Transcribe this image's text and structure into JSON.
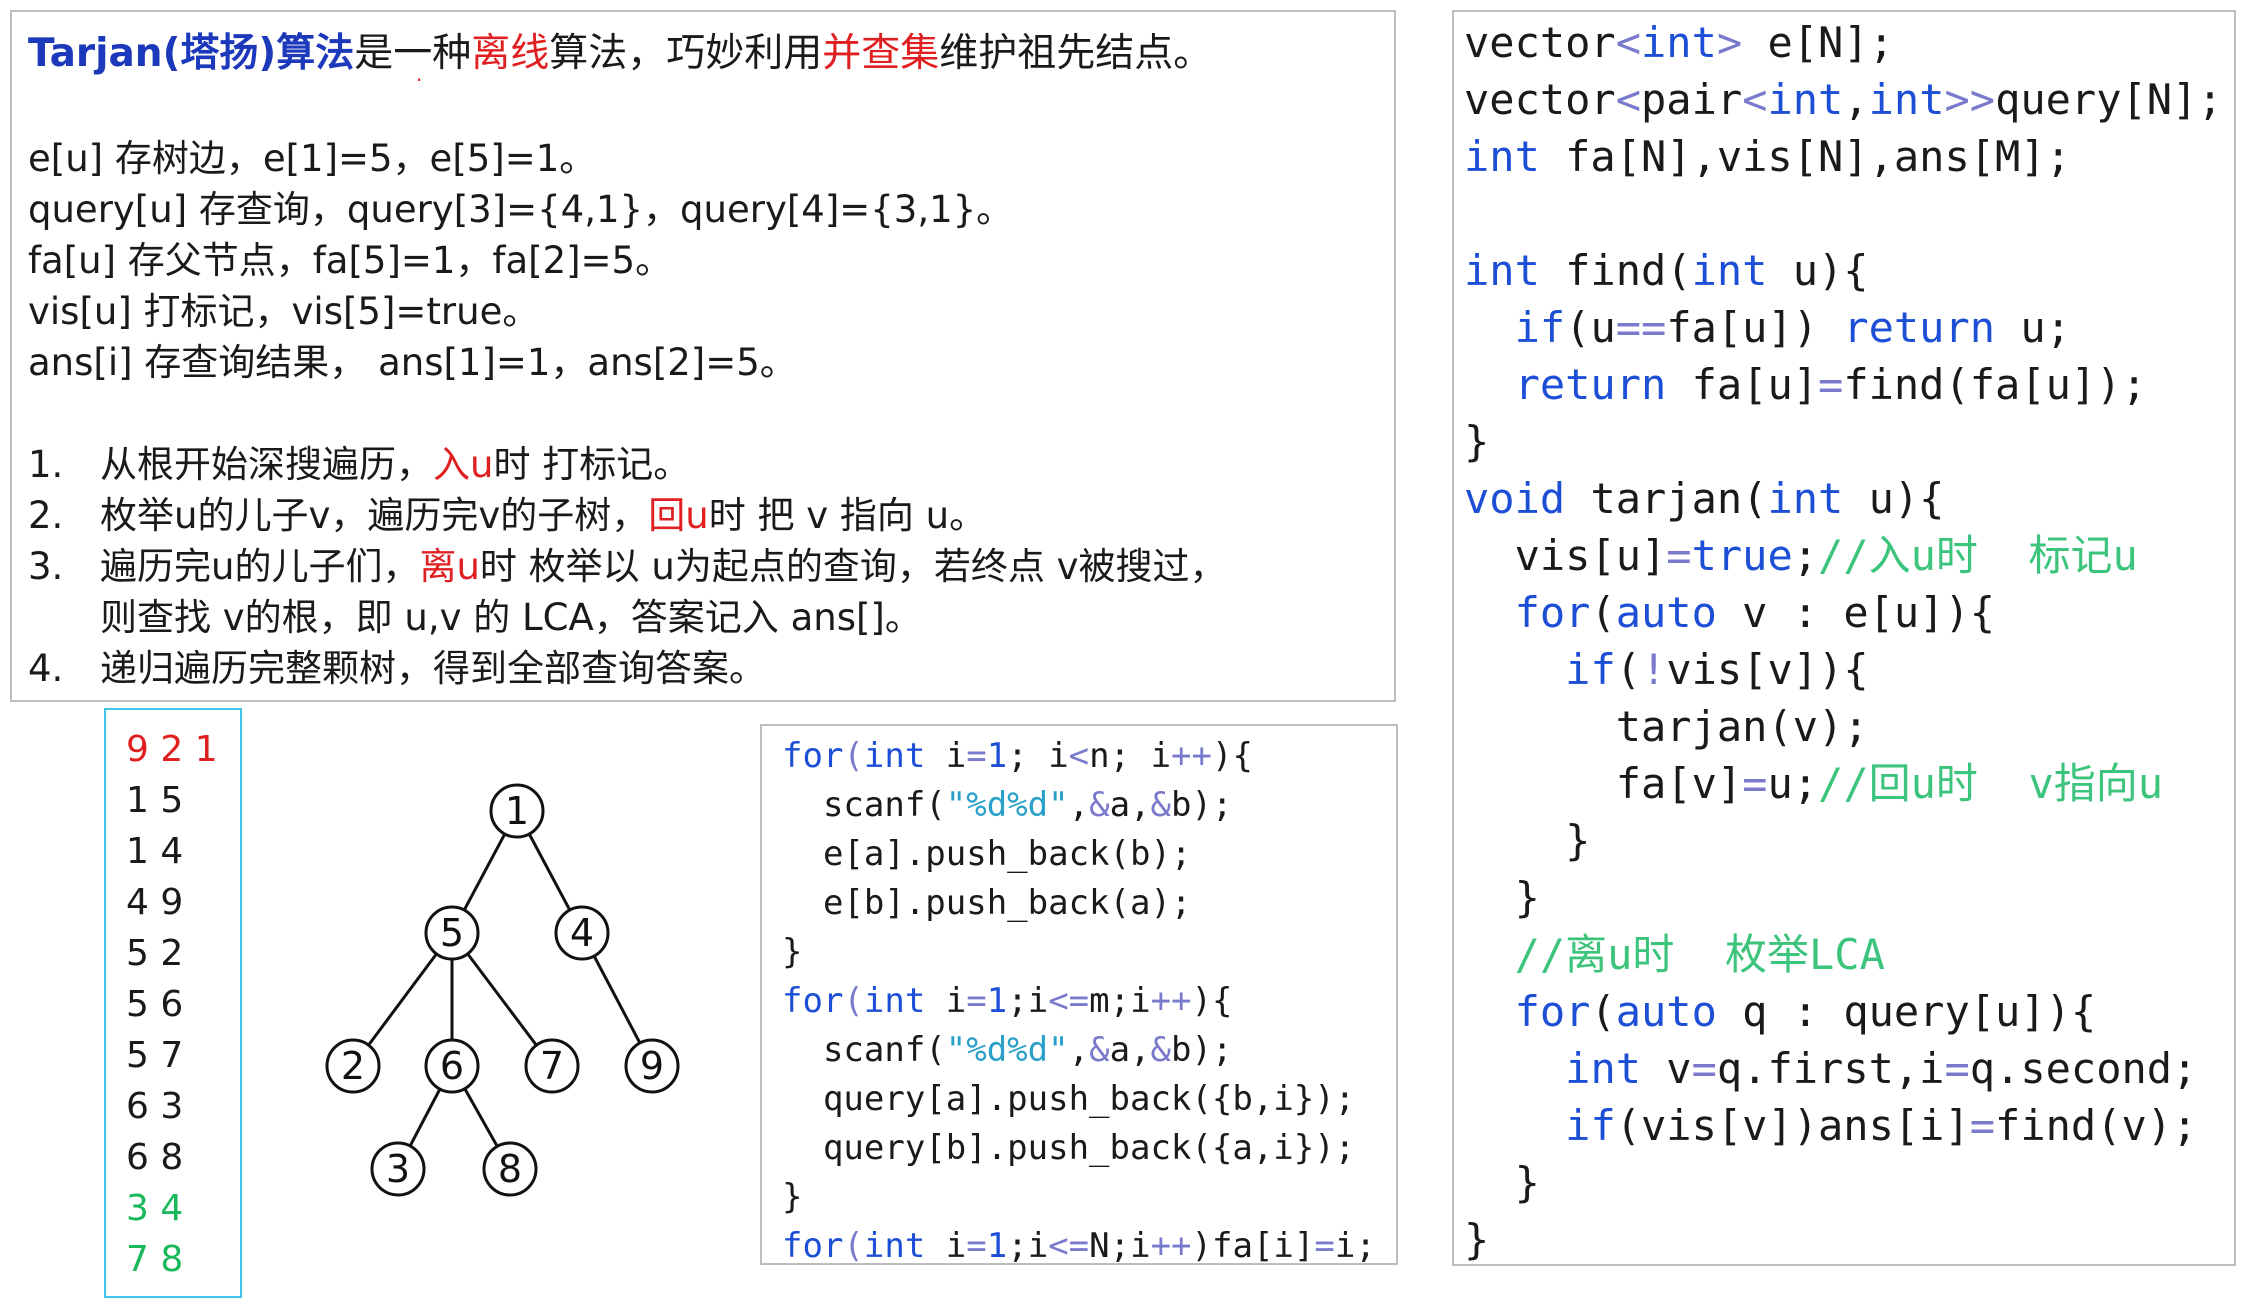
{
  "description": {
    "title_segments": [
      {
        "text": "Tarjan(塔扬)算法",
        "style": "blue"
      },
      {
        "text": "是一种",
        "style": "plain"
      },
      {
        "text": "离线",
        "style": "red"
      },
      {
        "text": "算法，巧妙利用",
        "style": "plain"
      },
      {
        "text": "并查集",
        "style": "red"
      },
      {
        "text": "维护祖先结点。",
        "style": "plain"
      }
    ],
    "arrays": [
      "e[u] 存树边，e[1]=5，e[5]=1。",
      "query[u] 存查询，query[3]={4,1}，query[4]={3,1}。",
      "fa[u] 存父节点，fa[5]=1，fa[2]=5。",
      "vis[u] 打标记，vis[5]=true。",
      "ans[i] 存查询结果， ans[1]=1，ans[2]=5。"
    ],
    "steps": [
      {
        "num": "1.",
        "segments": [
          {
            "text": "从根开始深搜遍历，",
            "style": "plain"
          },
          {
            "text": "入u",
            "style": "red"
          },
          {
            "text": "时 打标记。",
            "style": "plain"
          }
        ]
      },
      {
        "num": "2.",
        "segments": [
          {
            "text": "枚举u的儿子v，遍历完v的子树，",
            "style": "plain"
          },
          {
            "text": "回u",
            "style": "red"
          },
          {
            "text": "时 把 v 指向 u。",
            "style": "plain"
          }
        ]
      },
      {
        "num": "3.",
        "segments": [
          {
            "text": "遍历完u的儿子们，",
            "style": "plain"
          },
          {
            "text": "离u",
            "style": "red"
          },
          {
            "text": "时 枚举以 u为起点的查询，若终点 v被搜过，",
            "style": "plain"
          }
        ]
      },
      {
        "num": "",
        "segments": [
          {
            "text": "则查找 v的根，即 u,v 的 LCA，答案记入 ans[]。",
            "style": "plain"
          }
        ]
      },
      {
        "num": "4.",
        "segments": [
          {
            "text": "递归遍历完整颗树，得到全部查询答案。",
            "style": "plain"
          }
        ]
      }
    ]
  },
  "input_lines": [
    {
      "text": "9 2 1",
      "color": "red"
    },
    {
      "text": "1 5",
      "color": "plain"
    },
    {
      "text": "1 4",
      "color": "plain"
    },
    {
      "text": "4 9",
      "color": "plain"
    },
    {
      "text": "5 2",
      "color": "plain"
    },
    {
      "text": "5 6",
      "color": "plain"
    },
    {
      "text": "5 7",
      "color": "plain"
    },
    {
      "text": "6 3",
      "color": "plain"
    },
    {
      "text": "6 8",
      "color": "plain"
    },
    {
      "text": "3 4",
      "color": "green"
    },
    {
      "text": "7 8",
      "color": "green"
    }
  ],
  "tree": {
    "nodes": [
      "1",
      "5",
      "4",
      "2",
      "6",
      "7",
      "9",
      "3",
      "8"
    ],
    "edges": [
      [
        "1",
        "5"
      ],
      [
        "1",
        "4"
      ],
      [
        "5",
        "2"
      ],
      [
        "5",
        "6"
      ],
      [
        "5",
        "7"
      ],
      [
        "4",
        "9"
      ],
      [
        "6",
        "3"
      ],
      [
        "6",
        "8"
      ]
    ]
  },
  "code_read": [
    [
      [
        "kw",
        "for"
      ],
      [
        "op",
        "("
      ],
      [
        "kw",
        "int"
      ],
      [
        "pl",
        " i"
      ],
      [
        "op",
        "="
      ],
      [
        "kw",
        "1"
      ],
      [
        "pl",
        "; i"
      ],
      [
        "op",
        "<"
      ],
      [
        "pl",
        "n; i"
      ],
      [
        "op",
        "++"
      ],
      [
        "pl",
        ")"
      ],
      [
        "pl",
        "{"
      ]
    ],
    [
      [
        "pl",
        "  scanf("
      ],
      [
        "str",
        "\"%d%d\""
      ],
      [
        "pl",
        ","
      ],
      [
        "op",
        "&"
      ],
      [
        "pl",
        "a,"
      ],
      [
        "op",
        "&"
      ],
      [
        "pl",
        "b);"
      ]
    ],
    [
      [
        "pl",
        "  e[a].push_back(b);"
      ]
    ],
    [
      [
        "pl",
        "  e[b].push_back(a);"
      ]
    ],
    [
      [
        "pl",
        "}"
      ]
    ],
    [
      [
        "kw",
        "for"
      ],
      [
        "op",
        "("
      ],
      [
        "kw",
        "int"
      ],
      [
        "pl",
        " i"
      ],
      [
        "op",
        "="
      ],
      [
        "kw",
        "1"
      ],
      [
        "pl",
        ";i"
      ],
      [
        "op",
        "<="
      ],
      [
        "pl",
        "m;i"
      ],
      [
        "op",
        "++"
      ],
      [
        "pl",
        ")"
      ],
      [
        "pl",
        "{"
      ]
    ],
    [
      [
        "pl",
        "  scanf("
      ],
      [
        "str",
        "\"%d%d\""
      ],
      [
        "pl",
        ","
      ],
      [
        "op",
        "&"
      ],
      [
        "pl",
        "a,"
      ],
      [
        "op",
        "&"
      ],
      [
        "pl",
        "b);"
      ]
    ],
    [
      [
        "pl",
        "  query[a].push_back({b,i});"
      ]
    ],
    [
      [
        "pl",
        "  query[b].push_back({a,i});"
      ]
    ],
    [
      [
        "pl",
        "}"
      ]
    ],
    [
      [
        "kw",
        "for"
      ],
      [
        "op",
        "("
      ],
      [
        "kw",
        "int"
      ],
      [
        "pl",
        " i"
      ],
      [
        "op",
        "="
      ],
      [
        "kw",
        "1"
      ],
      [
        "pl",
        ";i"
      ],
      [
        "op",
        "<="
      ],
      [
        "pl",
        "N;i"
      ],
      [
        "op",
        "++"
      ],
      [
        "pl",
        ")fa[i]"
      ],
      [
        "op",
        "="
      ],
      [
        "pl",
        "i;"
      ]
    ]
  ],
  "code_main": [
    [
      [
        "pl",
        "vector"
      ],
      [
        "op",
        "<"
      ],
      [
        "kw",
        "int"
      ],
      [
        "op",
        ">"
      ],
      [
        "pl",
        " e[N];"
      ]
    ],
    [
      [
        "pl",
        "vector"
      ],
      [
        "op",
        "<"
      ],
      [
        "pl",
        "pair"
      ],
      [
        "op",
        "<"
      ],
      [
        "kw",
        "int"
      ],
      [
        "pl",
        ","
      ],
      [
        "kw",
        "int"
      ],
      [
        "op",
        ">>"
      ],
      [
        "pl",
        "query[N];"
      ]
    ],
    [
      [
        "kw",
        "int"
      ],
      [
        "pl",
        " fa[N],vis[N],ans[M];"
      ]
    ],
    [
      [
        "pl",
        ""
      ]
    ],
    [
      [
        "kw",
        "int"
      ],
      [
        "pl",
        " find("
      ],
      [
        "kw",
        "int"
      ],
      [
        "pl",
        " u){"
      ]
    ],
    [
      [
        "pl",
        "  "
      ],
      [
        "kw",
        "if"
      ],
      [
        "pl",
        "(u"
      ],
      [
        "op",
        "=="
      ],
      [
        "pl",
        "fa[u]) "
      ],
      [
        "kw",
        "return"
      ],
      [
        "pl",
        " u;"
      ]
    ],
    [
      [
        "pl",
        "  "
      ],
      [
        "kw",
        "return"
      ],
      [
        "pl",
        " fa[u]"
      ],
      [
        "op",
        "="
      ],
      [
        "pl",
        "find(fa[u]);"
      ]
    ],
    [
      [
        "pl",
        "}"
      ]
    ],
    [
      [
        "kw",
        "void"
      ],
      [
        "pl",
        " tarjan("
      ],
      [
        "kw",
        "int"
      ],
      [
        "pl",
        " u){"
      ]
    ],
    [
      [
        "pl",
        "  vis[u]"
      ],
      [
        "op",
        "="
      ],
      [
        "kw",
        "true"
      ],
      [
        "pl",
        ";"
      ],
      [
        "cmt",
        "//入u时  标记u"
      ]
    ],
    [
      [
        "pl",
        "  "
      ],
      [
        "kw",
        "for"
      ],
      [
        "pl",
        "("
      ],
      [
        "kw",
        "auto"
      ],
      [
        "pl",
        " v : e[u]){"
      ]
    ],
    [
      [
        "pl",
        "    "
      ],
      [
        "kw",
        "if"
      ],
      [
        "pl",
        "("
      ],
      [
        "op",
        "!"
      ],
      [
        "pl",
        "vis[v]){"
      ]
    ],
    [
      [
        "pl",
        "      tarjan(v);"
      ]
    ],
    [
      [
        "pl",
        "      fa[v]"
      ],
      [
        "op",
        "="
      ],
      [
        "pl",
        "u;"
      ],
      [
        "cmt",
        "//回u时  v指向u"
      ]
    ],
    [
      [
        "pl",
        "    }"
      ]
    ],
    [
      [
        "pl",
        "  }"
      ]
    ],
    [
      [
        "pl",
        "  "
      ],
      [
        "cmt",
        "//离u时  枚举LCA"
      ]
    ],
    [
      [
        "pl",
        "  "
      ],
      [
        "kw",
        "for"
      ],
      [
        "pl",
        "("
      ],
      [
        "kw",
        "auto"
      ],
      [
        "pl",
        " q : query[u]){"
      ]
    ],
    [
      [
        "pl",
        "    "
      ],
      [
        "kw",
        "int"
      ],
      [
        "pl",
        " v"
      ],
      [
        "op",
        "="
      ],
      [
        "pl",
        "q.first,i"
      ],
      [
        "op",
        "="
      ],
      [
        "pl",
        "q.second;"
      ]
    ],
    [
      [
        "pl",
        "    "
      ],
      [
        "kw",
        "if"
      ],
      [
        "pl",
        "(vis[v])ans[i]"
      ],
      [
        "op",
        "="
      ],
      [
        "pl",
        "find(v);"
      ]
    ],
    [
      [
        "pl",
        "  }"
      ]
    ],
    [
      [
        "pl",
        "}"
      ]
    ]
  ]
}
